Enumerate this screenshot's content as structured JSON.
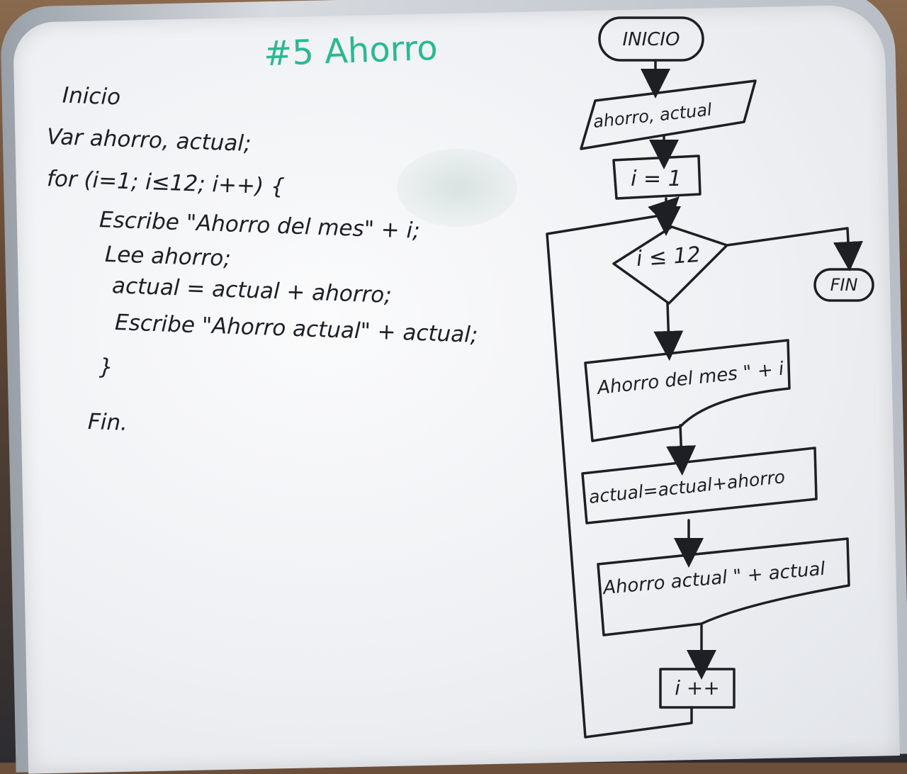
{
  "title": "#5 Ahorro",
  "code": [
    "Inicio",
    "Var ahorro, actual;",
    "for (i=1; i≤12; i++) {",
    "Escribe \"Ahorro del mes\" + i;",
    "Lee ahorro;",
    "actual = actual + ahorro;",
    "Escribe \"Ahorro actual\" + actual;",
    "}",
    "Fin."
  ],
  "flowchart": {
    "inicio": "INICIO",
    "declare": "ahorro, actual",
    "init": "i = 1",
    "condition": "i ≤ 12",
    "fin": "FIN",
    "output_month": "Ahorro del mes \" + i",
    "assign": "actual=actual+ahorro",
    "output_total": "Ahorro actual \" + actual",
    "increment": "i ++"
  },
  "colors": {
    "ink": "#1d1f24",
    "title_marker": "#2bb894",
    "board": "#f4f5f7"
  }
}
